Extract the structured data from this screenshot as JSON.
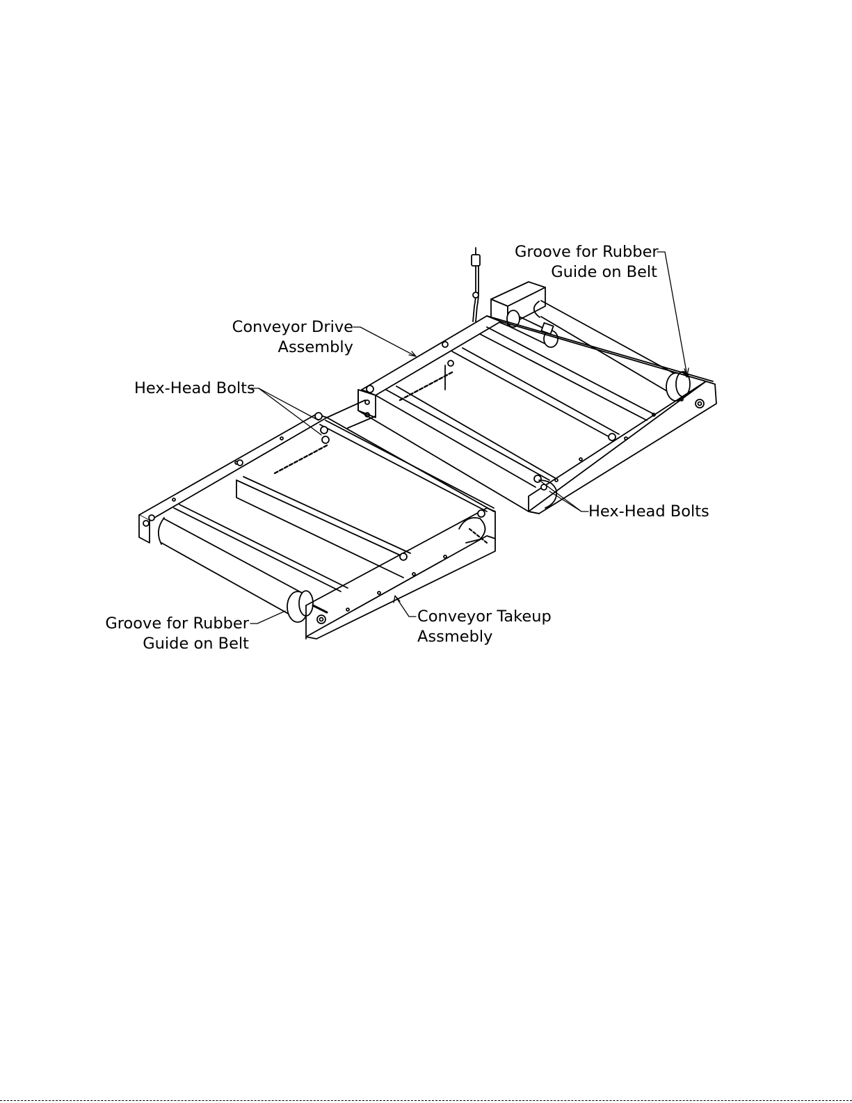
{
  "callouts": {
    "groove_top": {
      "line1": "Groove for Rubber",
      "line2": "Guide on Belt"
    },
    "drive": {
      "line1": "Conveyor Drive",
      "line2": "Assembly"
    },
    "hex_left": {
      "line1": "Hex-Head Bolts"
    },
    "hex_right": {
      "line1": "Hex-Head Bolts"
    },
    "groove_bottom": {
      "line1": "Groove for Rubber",
      "line2": "Guide on Belt"
    },
    "takeup": {
      "line1": "Conveyor Takeup",
      "line2": "Assmebly"
    }
  }
}
